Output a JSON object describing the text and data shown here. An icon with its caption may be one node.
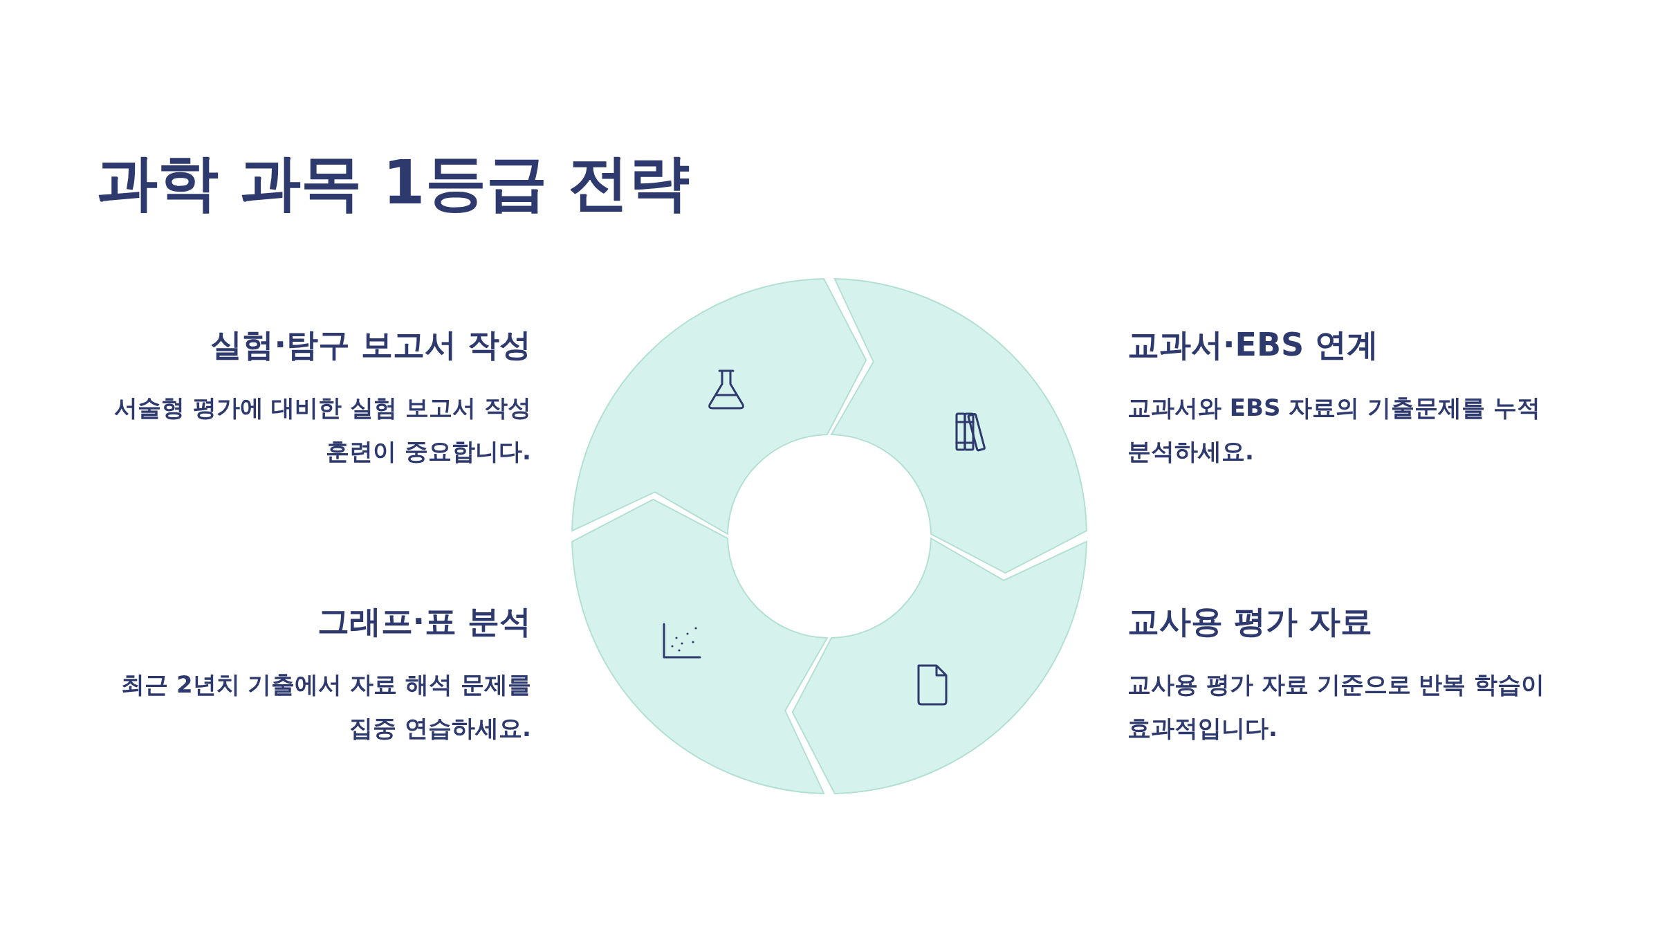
{
  "diagram": {
    "title": "과학 과목 1등급 전략",
    "nodes": [
      {
        "text": [],
        "shape": "arrow",
        "beside": [
          "실험·탐구 보고서 작성",
          "서술형 평가에 대비한 실험 보고서 작성 훈련이 중요합니다."
        ]
      },
      {
        "text": [],
        "shape": "arrow",
        "beside": [
          "교과서·EBS 연계",
          "교과서와 EBS 자료의 기출문제를 누적 분석하세요."
        ]
      },
      {
        "text": [],
        "shape": "arrow",
        "beside": [
          "그래프·표 분석",
          "최근 2년치 기출에서 자료 해석 문제를 집중 연습하세요."
        ]
      },
      {
        "text": [],
        "shape": "arrow",
        "beside": [
          "교사용 평가 자료",
          "교사용 평가 자료 기준으로 반복 학습이 효과적입니다."
        ]
      }
    ],
    "edges": []
  }
}
